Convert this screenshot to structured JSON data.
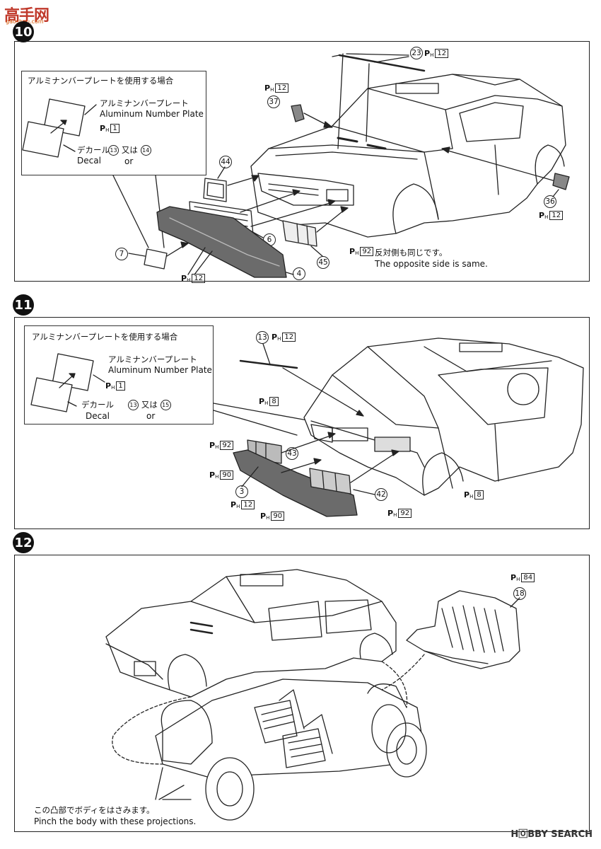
{
  "watermark": {
    "logo": "高手网",
    "site": "gaoshou.com"
  },
  "steps": [
    {
      "number": "10",
      "callout": {
        "title": "アルミナンバープレートを使用する場合",
        "plate_jp": "アルミナンバープレート",
        "plate_en": "Aluminum Number Plate",
        "plate_ph": "1",
        "decal_jp": "デカール",
        "decal_en": "Decal",
        "decal_a": "13",
        "or_jp": "又は",
        "or_en": "or",
        "decal_b": "14"
      },
      "parts": [
        "23",
        "37",
        "44",
        "36",
        "6",
        "7",
        "4",
        "45"
      ],
      "ph_values": [
        "12",
        "12",
        "12",
        "12",
        "92"
      ],
      "note_jp": "反対側も同じです。",
      "note_en": "The opposite side is same."
    },
    {
      "number": "11",
      "callout": {
        "title": "アルミナンバープレートを使用する場合",
        "plate_jp": "アルミナンバープレート",
        "plate_en": "Aluminum Number Plate",
        "plate_ph": "1",
        "decal_jp": "デカール",
        "decal_en": "Decal",
        "decal_a": "13",
        "or_jp": "又は",
        "or_en": "or",
        "decal_b": "15"
      },
      "parts": [
        "13",
        "43",
        "3",
        "42"
      ],
      "ph_values": [
        "12",
        "8",
        "92",
        "90",
        "12",
        "90",
        "92",
        "8"
      ]
    },
    {
      "number": "12",
      "parts": [
        "18"
      ],
      "ph_values": [
        "84"
      ],
      "note_jp": "この凸部でボディをはさみます。",
      "note_en": "Pinch the body with these projections."
    }
  ],
  "ph_prefix": {
    "p": "P",
    "h": "H"
  },
  "footer": {
    "brand": "H🄾BBY SEARCH"
  }
}
